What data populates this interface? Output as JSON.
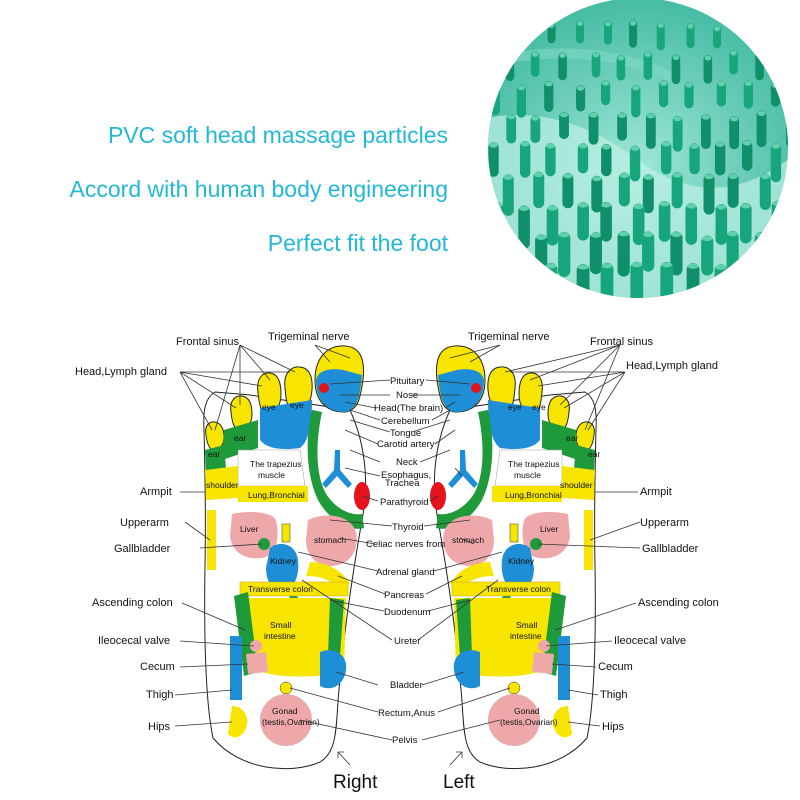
{
  "taglines": {
    "line1": "PVC soft head massage particles",
    "line2": "Accord with human body engineering",
    "line3": "Perfect fit the foot"
  },
  "photo": {
    "subject": "green-massage-spikes-closeup"
  },
  "colors": {
    "tagline": "#23b8d6",
    "blue": "#1e8fd6",
    "yellow": "#f7e500",
    "green": "#1f9a3a",
    "pink": "#efa8aa",
    "red": "#e4121a"
  },
  "labels": {
    "frontal_sinus": "Frontal sinus",
    "trigeminal": "Trigeminal nerve",
    "head_lymph": "Head,Lymph gland",
    "armpit": "Armpit",
    "upperarm": "Upperarm",
    "gallbladder": "Gallbladder",
    "ascending_colon": "Ascending colon",
    "ileocecal": "Ileocecal valve",
    "cecum": "Cecum",
    "thigh": "Thigh",
    "hips": "Hips",
    "pituitary": "Pituitary",
    "nose": "Nose",
    "head_brain": "Head(The brain)",
    "cerebellum": "Cerebellum",
    "tongue": "Tongue",
    "carotid": "Carotid artery",
    "neck": "Neck",
    "esophagus": "Esophagus,",
    "trachea": "Trachea",
    "parathyroid": "Parathyroid",
    "thyroid": "Thyroid",
    "celiac": "Celiac nerves from",
    "adrenal": "Adrenal gland",
    "pancreas": "Pancreas",
    "duodenum": "Duodenum",
    "ureter": "Ureter",
    "bladder": "Bladder",
    "rectum": "Rectum,Anus",
    "pelvis": "Pelvis",
    "right": "Right",
    "left": "Left"
  },
  "zones": {
    "eye": "eye",
    "ear": "ear",
    "trapezius1": "The trapezius",
    "trapezius2": "muscle",
    "shoulder": "shoulder",
    "lung": "Lung,Bronchial",
    "liver": "Liver",
    "stomach": "stomach",
    "kidney": "Kidney",
    "transverse": "Transverse colon",
    "small1": "Small",
    "small2": "intestine",
    "gonad1": "Gonad",
    "gonad2": "(testis,Ovarian)"
  }
}
